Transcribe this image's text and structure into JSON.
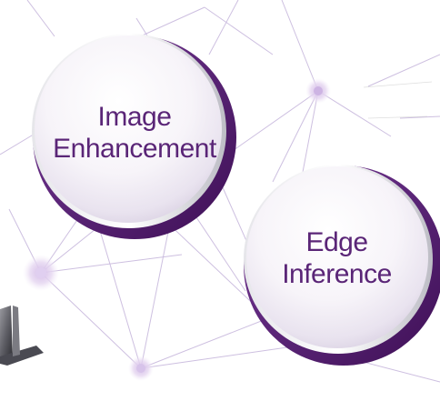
{
  "nodes": [
    {
      "id": "image-enhancement",
      "lines": [
        "Image",
        "Enhancement"
      ]
    },
    {
      "id": "edge-inference",
      "lines": [
        "Edge",
        "Inference"
      ]
    }
  ],
  "colors": {
    "accent": "#5a2577",
    "rim_dark": "#4a1560",
    "line": "#cdbfe0",
    "dot": "#cdb4e3"
  }
}
